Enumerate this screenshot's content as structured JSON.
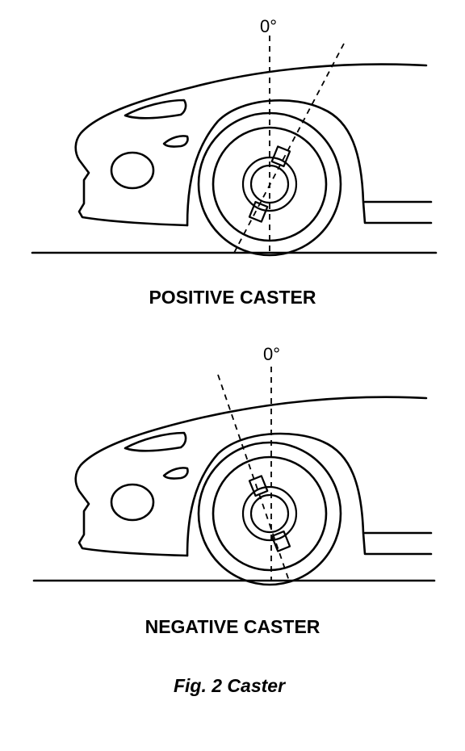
{
  "top_diagram": {
    "angle_label": "0°",
    "caption": "POSITIVE CASTER"
  },
  "bottom_diagram": {
    "angle_label": "0°",
    "caption": "NEGATIVE CASTER"
  },
  "figure_caption": "Fig. 2 Caster"
}
